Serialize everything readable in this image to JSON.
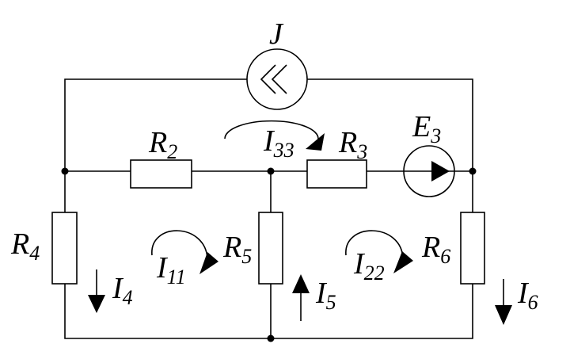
{
  "labels": {
    "J": {
      "main": "J",
      "sub": ""
    },
    "R2": {
      "main": "R",
      "sub": "2"
    },
    "R3": {
      "main": "R",
      "sub": "3"
    },
    "R4": {
      "main": "R",
      "sub": "4"
    },
    "R5": {
      "main": "R",
      "sub": "5"
    },
    "R6": {
      "main": "R",
      "sub": "6"
    },
    "E3": {
      "main": "E",
      "sub": "3"
    },
    "I11": {
      "main": "I",
      "sub": "11"
    },
    "I22": {
      "main": "I",
      "sub": "22"
    },
    "I33": {
      "main": "I",
      "sub": "33"
    },
    "I4": {
      "main": "I",
      "sub": "4"
    },
    "I5": {
      "main": "I",
      "sub": "5"
    },
    "I6": {
      "main": "I",
      "sub": "6"
    }
  }
}
